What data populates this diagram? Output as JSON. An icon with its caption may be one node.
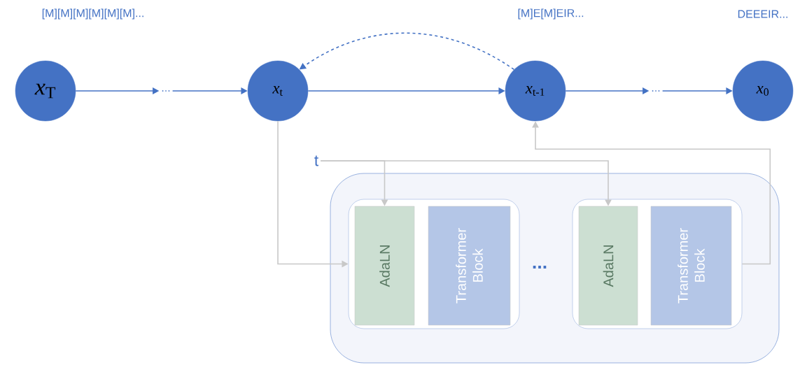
{
  "diagram": {
    "nodes": [
      {
        "text": [
          "*x*$_{T}$"
        ],
        "beside": [
          "[M][M][M][M][M][M]..."
        ]
      },
      {
        "text": [
          "..."
        ]
      },
      {
        "text": [
          "*x*$_{t}$"
        ]
      },
      {
        "text": [
          "*x*$_{t-1}$"
        ],
        "beside": [
          "[M]E[M]EIR..."
        ]
      },
      {
        "text": [
          "..."
        ]
      },
      {
        "text": [
          "*x*$_{0}$"
        ],
        "beside": [
          "DEEEIR..."
        ]
      },
      {
        "text": [
          "t"
        ]
      },
      {
        "text": [],
        "shape": "box"
      },
      {
        "text": [],
        "shape": "box",
        "in": 7
      },
      {
        "text": [
          "AdaLN"
        ],
        "in": 8
      },
      {
        "text": [
          "Transformer Block"
        ],
        "in": 8
      },
      {
        "text": [],
        "shape": "box",
        "in": 7
      },
      {
        "text": [
          "AdaLN"
        ],
        "in": 11
      },
      {
        "text": [
          "Transformer Block"
        ],
        "in": 11
      }
    ],
    "edges": [
      {
        "from": 0,
        "to": 1,
        "arrow": "to"
      },
      {
        "from": 1,
        "to": 2,
        "arrow": "to"
      },
      {
        "from": 2,
        "to": 3,
        "arrow": "to"
      },
      {
        "from": 3,
        "to": 4,
        "arrow": "to"
      },
      {
        "from": 4,
        "to": 5,
        "arrow": "to"
      },
      {
        "from": 3,
        "to": 2,
        "arrow": "to",
        "style": "dashed"
      },
      {
        "from": 2,
        "to": 8,
        "arrow": "to",
        "color": "#c8c8c8"
      },
      {
        "from": 6,
        "to": 9,
        "arrow": "to",
        "color": "#c8c8c8"
      },
      {
        "from": 6,
        "to": 12,
        "arrow": "to",
        "color": "#c8c8c8"
      },
      {
        "from": 11,
        "to": 3,
        "arrow": "to",
        "color": "#c8c8c8"
      }
    ],
    "labels": [
      "..."
    ]
  }
}
